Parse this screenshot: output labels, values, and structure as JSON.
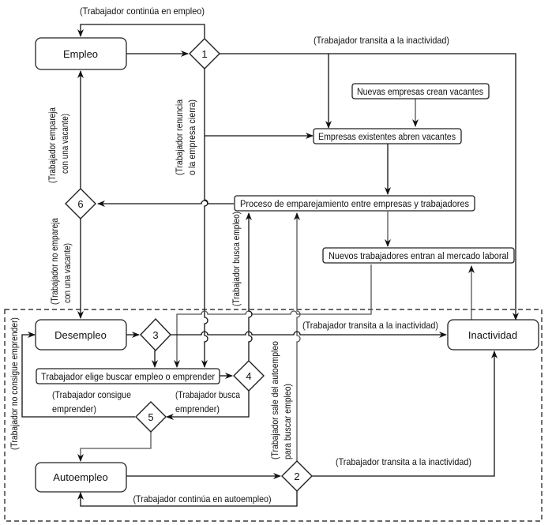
{
  "nodes": {
    "empleo": "Empleo",
    "desempleo": "Desempleo",
    "autoempleo": "Autoempleo",
    "inactividad": "Inactividad",
    "nuevas_empresas": "Nuevas empresas crean vacantes",
    "empresas_existentes": "Empresas existentes abren vacantes",
    "proceso": "Proceso de emparejamiento entre empresas y trabajadores",
    "nuevos_trabajadores": "Nuevos trabajadores entran al mercado laboral",
    "elige": "Trabajador elige buscar empleo o emprender"
  },
  "decisions": {
    "d1": "1",
    "d2": "2",
    "d3": "3",
    "d4": "4",
    "d5": "5",
    "d6": "6"
  },
  "labels": {
    "continua_empleo": "(Trabajador continúa en empleo)",
    "transita_inactividad_top": "(Trabajador transita a la inactividad)",
    "empareja_l1": "(Trabajador empareja",
    "empareja_l2": "con una vacante)",
    "renuncia_l1": "(Trabajador renuncia",
    "renuncia_l2": "o la empresa cierra)",
    "no_empareja_l1": "(Trabajador no empareja",
    "no_empareja_l2": "con una vacante)",
    "busca_empleo": "(Trabajador busca empleo)",
    "transita_inactividad_mid": "(Trabajador transita a la inactividad)",
    "no_consigue": "(Trabajador no consigue emprender)",
    "consigue_l1": "(Trabajador consigue",
    "consigue_l2": "emprender)",
    "busca_emprender_l1": "(Trabajador busca",
    "busca_emprender_l2": "emprender)",
    "sale_auto_l1": "(Trabajador sale del autoempleo",
    "sale_auto_l2": "para buscar empleo)",
    "transita_inactividad_bot": "(Trabajador transita a la inactividad)",
    "continua_autoempleo": "(Trabajador continúa en autoempleo)"
  }
}
